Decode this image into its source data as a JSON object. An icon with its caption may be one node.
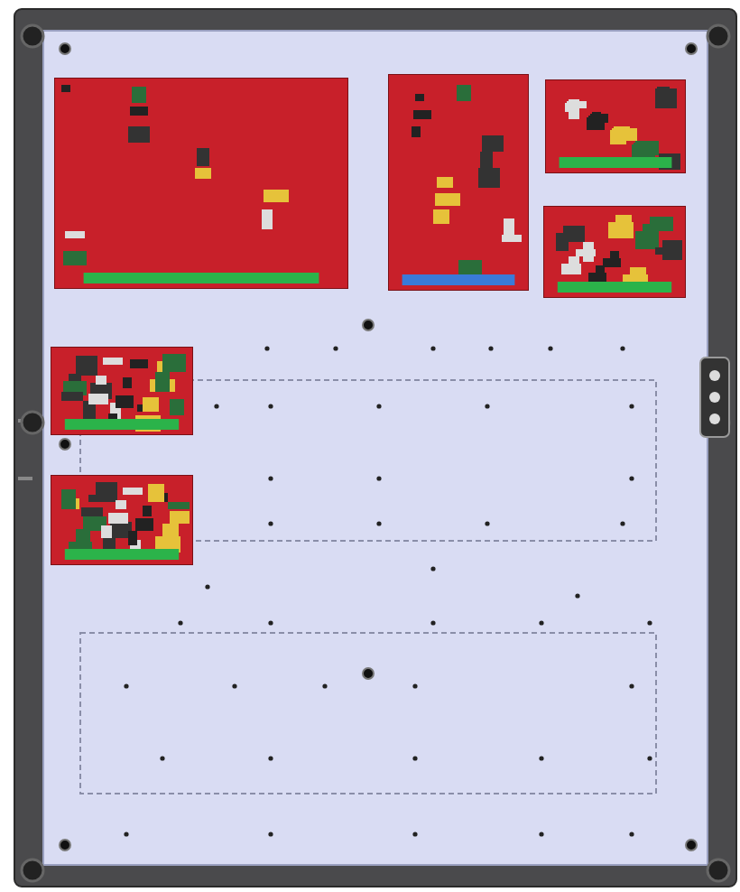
{
  "diagram": {
    "nodes": [
      {
        "text": [],
        "shape": "picture"
      },
      {
        "text": [],
        "shape": "picture"
      },
      {
        "text": [],
        "shape": "picture"
      },
      {
        "text": [],
        "shape": "picture"
      },
      {
        "text": [],
        "shape": "picture"
      },
      {
        "text": [],
        "shape": "picture"
      },
      {
        "text": [],
        "shape": "box"
      },
      {
        "text": [],
        "shape": "box"
      }
    ]
  }
}
